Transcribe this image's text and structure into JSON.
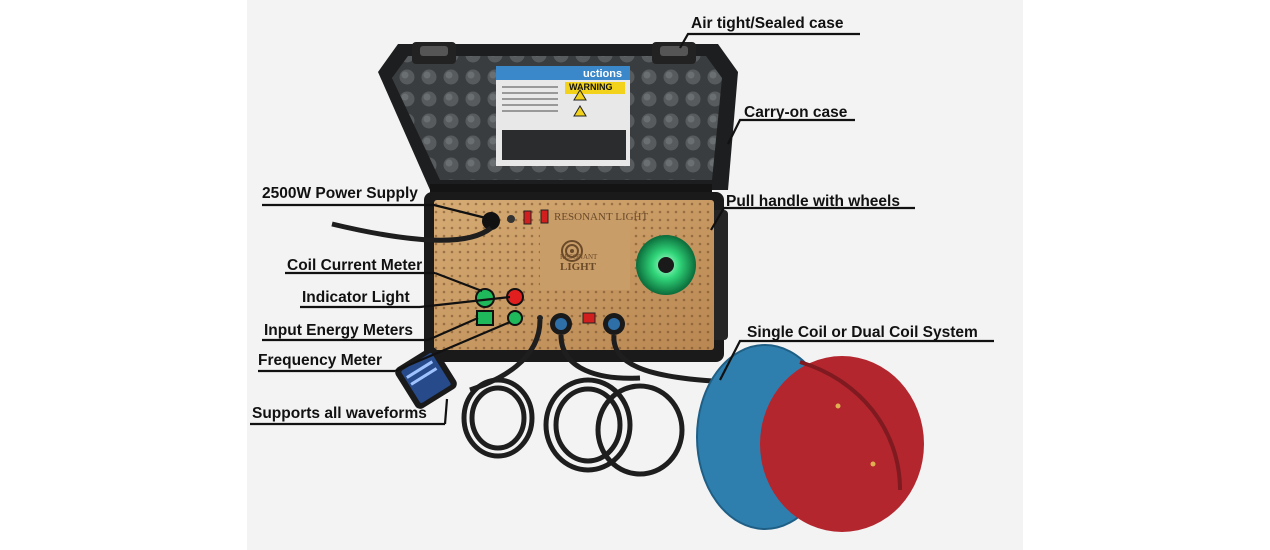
{
  "labels": {
    "air_tight": "Air tight/Sealed case",
    "carry_on": "Carry-on case",
    "power_supply": "2500W Power Supply",
    "pull_handle": "Pull handle with wheels",
    "coil_current": "Coil Current Meter",
    "indicator": "Indicator Light",
    "input_energy": "Input Energy Meters",
    "frequency": "Frequency Meter",
    "single_coil": "Single Coil or Dual Coil System",
    "waveforms": "Supports all waveforms"
  },
  "panel": {
    "logo_text": "LIGHT",
    "logo_small": "RESONANT",
    "panel_title": "RESONANT LIGHT"
  },
  "manual": {
    "heading": "uctions",
    "warning": "WARNING"
  },
  "colors": {
    "wood": "#c79a63",
    "case": "#2b2b2b",
    "coil_blue": "#2f7fae",
    "coil_red": "#b3262e",
    "glow_green": "#31d67a"
  }
}
